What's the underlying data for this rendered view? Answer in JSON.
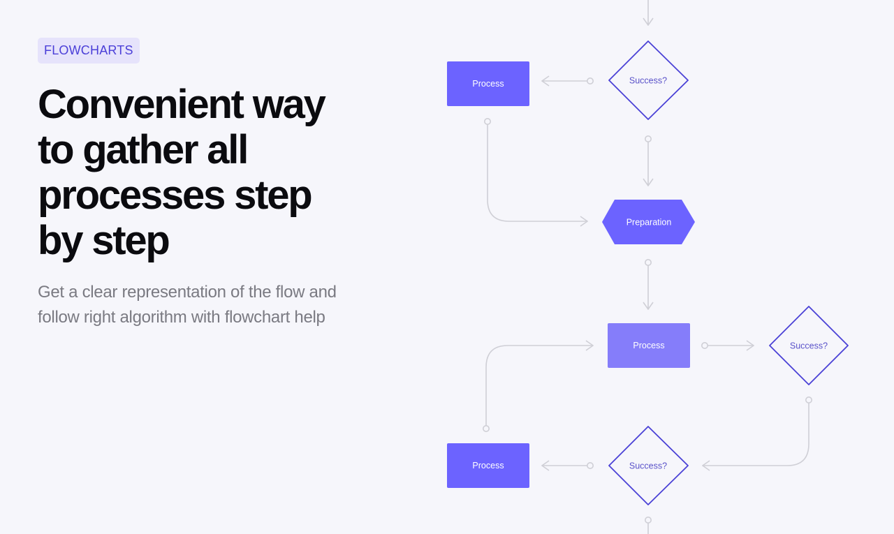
{
  "badge": "FLOWCHARTS",
  "title": "Convenient way to gather all processes step by step",
  "subtitle": "Get a clear representation of the flow and follow right algorithm with flowchart help",
  "flowchart": {
    "nodes": {
      "decision_top": "Success?",
      "process_top": "Process",
      "preparation": "Preparation",
      "process_middle": "Process",
      "decision_right": "Success?",
      "decision_bottom": "Success?",
      "process_bottom": "Process"
    }
  },
  "colors": {
    "background": "#f6f6fb",
    "accent": "#6c63ff",
    "accent_light": "#857dfa",
    "diamond_stroke": "#4a41d6",
    "connector": "#cfcfd6",
    "badge_bg": "#e6e3fb",
    "badge_text": "#4b3fd8"
  }
}
